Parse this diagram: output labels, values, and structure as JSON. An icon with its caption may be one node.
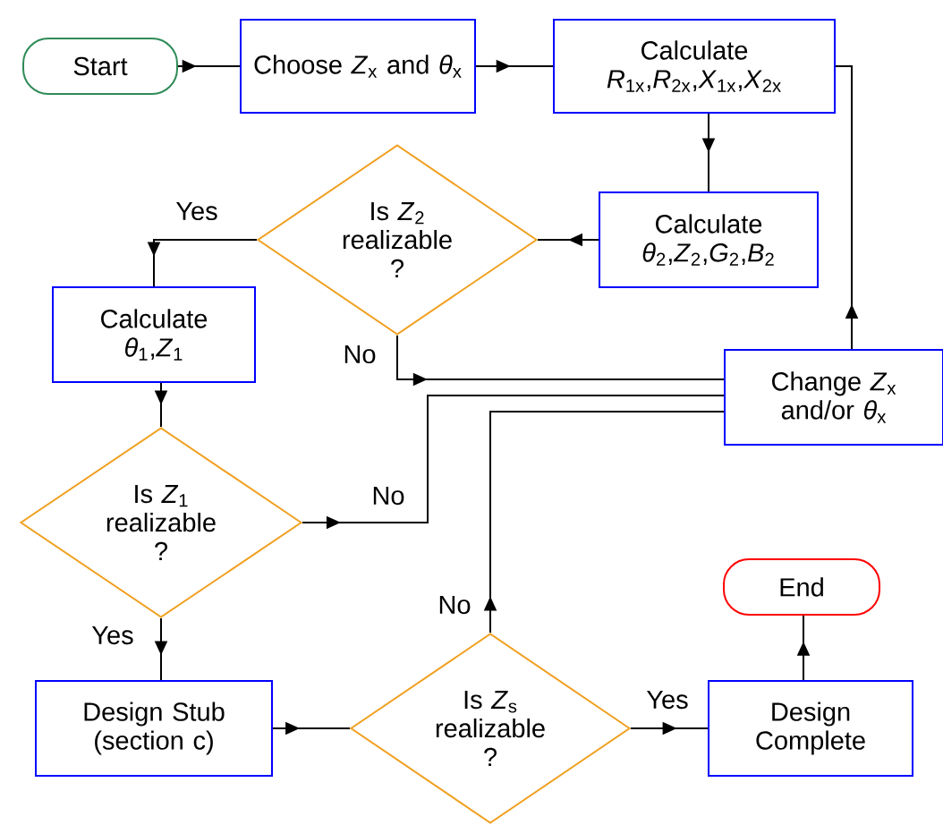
{
  "diagram": {
    "nodes": [
      {
        "text": [
          "Start"
        ]
      },
      {
        "text": [
          "Choose *Z*$_{x}$ and *θ*$_{x}$"
        ]
      },
      {
        "text": [
          "Calculate",
          "*R*$_{1x}$,*R*$_{2x}$,*X*$_{1x}$,*X*$_{2x}$"
        ]
      },
      {
        "text": [
          "Is *Z*$_{2}$ realizable ?"
        ]
      },
      {
        "text": [
          "Calculate",
          "*θ*$_{2}$,*Z*$_{2}$,*G*$_{2}$,*B*$_{2}$"
        ]
      },
      {
        "text": [
          "Calculate",
          "*θ*$_{1}$,*Z*$_{1}$"
        ]
      },
      {
        "text": [
          "Change *Z*$_{x}$ and/or *θ*$_{x}$"
        ]
      },
      {
        "text": [
          "Is *Z*$_{1}$ realizable ?"
        ]
      },
      {
        "text": [
          "End"
        ]
      },
      {
        "text": [
          "Design Stub (section c)"
        ]
      },
      {
        "text": [
          "Is *Z*$_{s}$ realizable ?"
        ]
      },
      {
        "text": [
          "Design Complete"
        ]
      }
    ],
    "edges": [
      {
        "from": 0,
        "to": 1,
        "arrow": "to"
      },
      {
        "from": 1,
        "to": 2,
        "arrow": "to"
      },
      {
        "from": 2,
        "to": 4,
        "arrow": "to"
      },
      {
        "from": 4,
        "to": 3,
        "arrow": "to"
      },
      {
        "from": 3,
        "to": 5,
        "arrow": "to",
        "label": "Yes"
      },
      {
        "from": 3,
        "to": 6,
        "arrow": "to",
        "label": "No"
      },
      {
        "from": 5,
        "to": 7,
        "arrow": "to"
      },
      {
        "from": 7,
        "to": 6,
        "arrow": "to",
        "label": "No"
      },
      {
        "from": 7,
        "to": 9,
        "arrow": "to",
        "label": "Yes"
      },
      {
        "from": 9,
        "to": 10,
        "arrow": "to"
      },
      {
        "from": 10,
        "to": 6,
        "arrow": "to",
        "label": "No"
      },
      {
        "from": 10,
        "to": 11,
        "arrow": "to",
        "label": "Yes"
      },
      {
        "from": 11,
        "to": 8,
        "arrow": "to"
      },
      {
        "from": 6,
        "to": 2,
        "arrow": "to"
      }
    ]
  }
}
